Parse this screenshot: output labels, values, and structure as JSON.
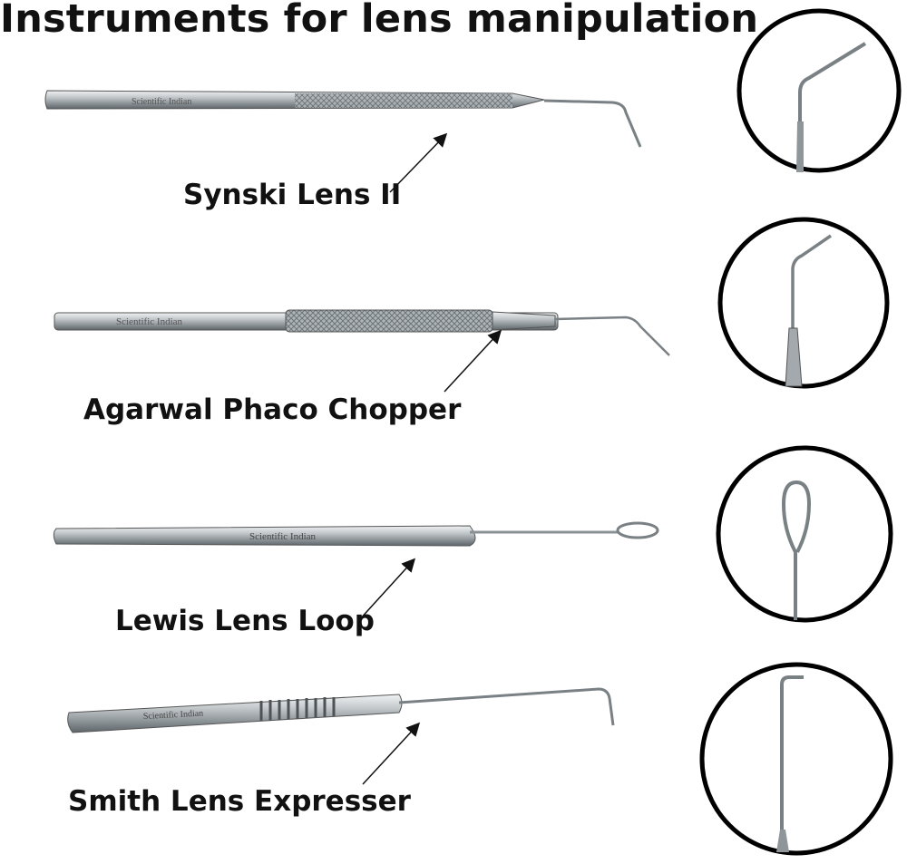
{
  "title": "Instruments for lens manipulation",
  "brand_engraving": "Scientific Indian",
  "instruments": [
    {
      "name": "Synski Lens II",
      "icon": "synski-hook-icon"
    },
    {
      "name": "Agarwal Phaco Chopper",
      "icon": "chopper-hook-icon"
    },
    {
      "name": "Lewis Lens Loop",
      "icon": "lens-loop-icon"
    },
    {
      "name": "Smith Lens Expresser",
      "icon": "expresser-hook-icon"
    }
  ],
  "colors": {
    "steel_light": "#d9dde0",
    "steel_dark": "#6f767b",
    "text": "#111111",
    "circle": "#000000"
  }
}
